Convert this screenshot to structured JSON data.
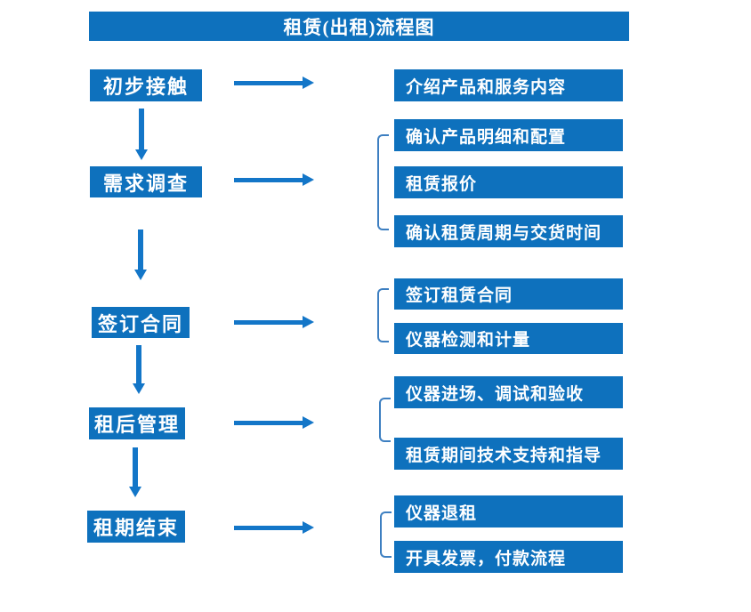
{
  "title": "租赁(出租)流程图",
  "colors": {
    "box": "#0e71bd",
    "arrow": "#1376c8",
    "bracket": "#3d7fc1",
    "text": "#ffffff",
    "background": "#ffffff"
  },
  "stages": [
    {
      "label": "初步接触",
      "outputs": [
        "介绍产品和服务内容"
      ]
    },
    {
      "label": "需求调查",
      "outputs": [
        "确认产品明细和配置",
        "租赁报价",
        "确认租赁周期与交货时间"
      ]
    },
    {
      "label": "签订合同",
      "outputs": [
        "签订租赁合同",
        "仪器检测和计量"
      ]
    },
    {
      "label": "租后管理",
      "outputs": [
        "仪器进场、调试和验收",
        "租赁期间技术支持和指导"
      ]
    },
    {
      "label": "租期结束",
      "outputs": [
        "仪器退租",
        "开具发票，付款流程"
      ]
    }
  ]
}
